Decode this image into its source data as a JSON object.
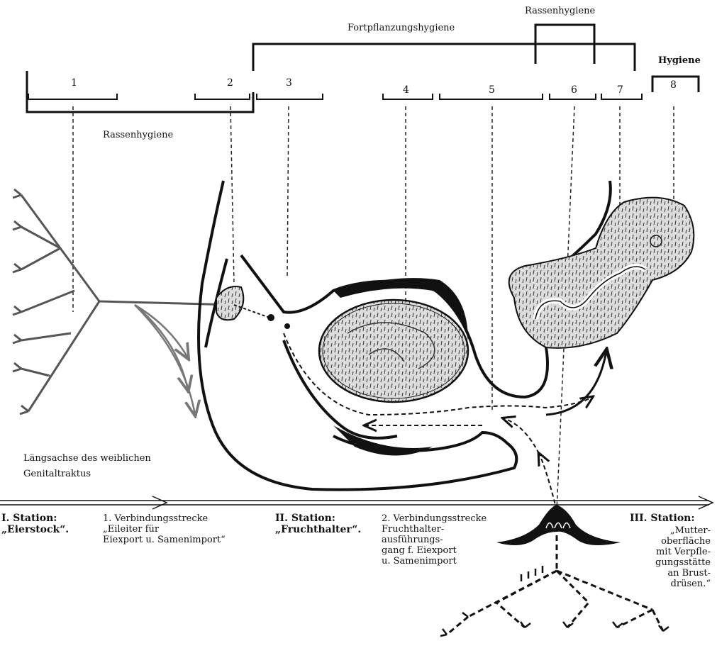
{
  "top_labels": {
    "rassenhygiene_top": "Rassenhygiene",
    "fortpflanzungshygiene": "Fortpflanzungshygiene",
    "hygiene": "Hygiene",
    "rassenhygiene_left": "Rassenhygiene"
  },
  "numbers": [
    "1",
    "2",
    "3",
    "4",
    "5",
    "6",
    "7",
    "8"
  ],
  "axis_label": "Längsachse des weiblichen\nGenitaltraktus",
  "stations": {
    "s1_title": "I. Station:\n„Eierstock“.",
    "s1_link": "1. Verbindungsstrecke\n„Eileiter für\nEiexport u. Samenimport“",
    "s2_title": "II. Station:\n„Fruchthalter“.",
    "s2_link": "2. Verbindungsstrecke\nFruchthalter-\nausführungs-\ngang f. Eiexport\nu. Samenimport",
    "s3_title": "III. Station:",
    "s3_desc": "„Mutter-\noberfläche\nmit Verpfle-\ngungsstätte\nan Brust-\ndrüsen.“"
  },
  "colors": {
    "ink": "#111111",
    "paper": "#ffffff",
    "shade": "#c9c9c9"
  }
}
